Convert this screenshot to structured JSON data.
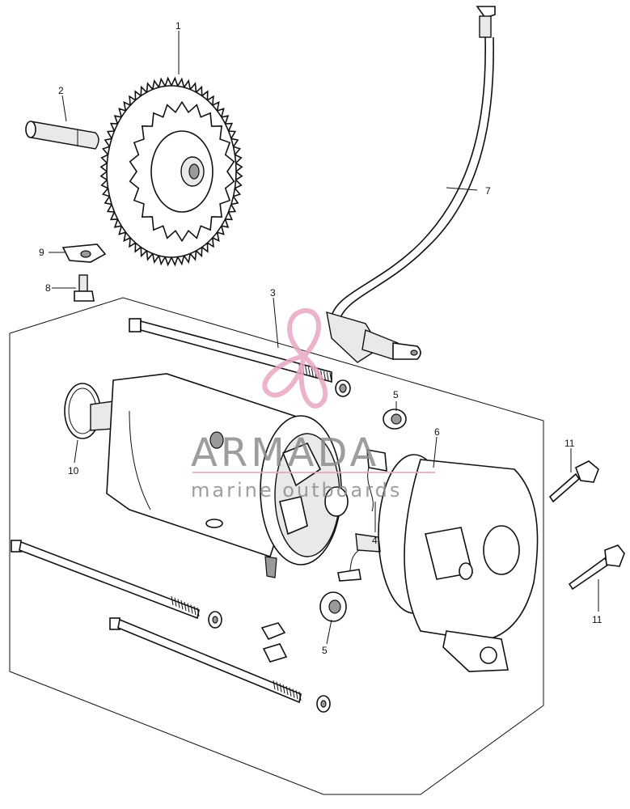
{
  "callouts": {
    "c1": "1",
    "c2": "2",
    "c3": "3",
    "c4": "4",
    "c5a": "5",
    "c5b": "5",
    "c6": "6",
    "c7": "7",
    "c8": "8",
    "c9": "9",
    "c10": "10",
    "c11a": "11",
    "c11b": "11"
  },
  "watermark": {
    "title": "ARMADA",
    "subtitle": "marine outboards",
    "logo_color": "#e8a6c4",
    "text_color": "#8c8c8c"
  }
}
